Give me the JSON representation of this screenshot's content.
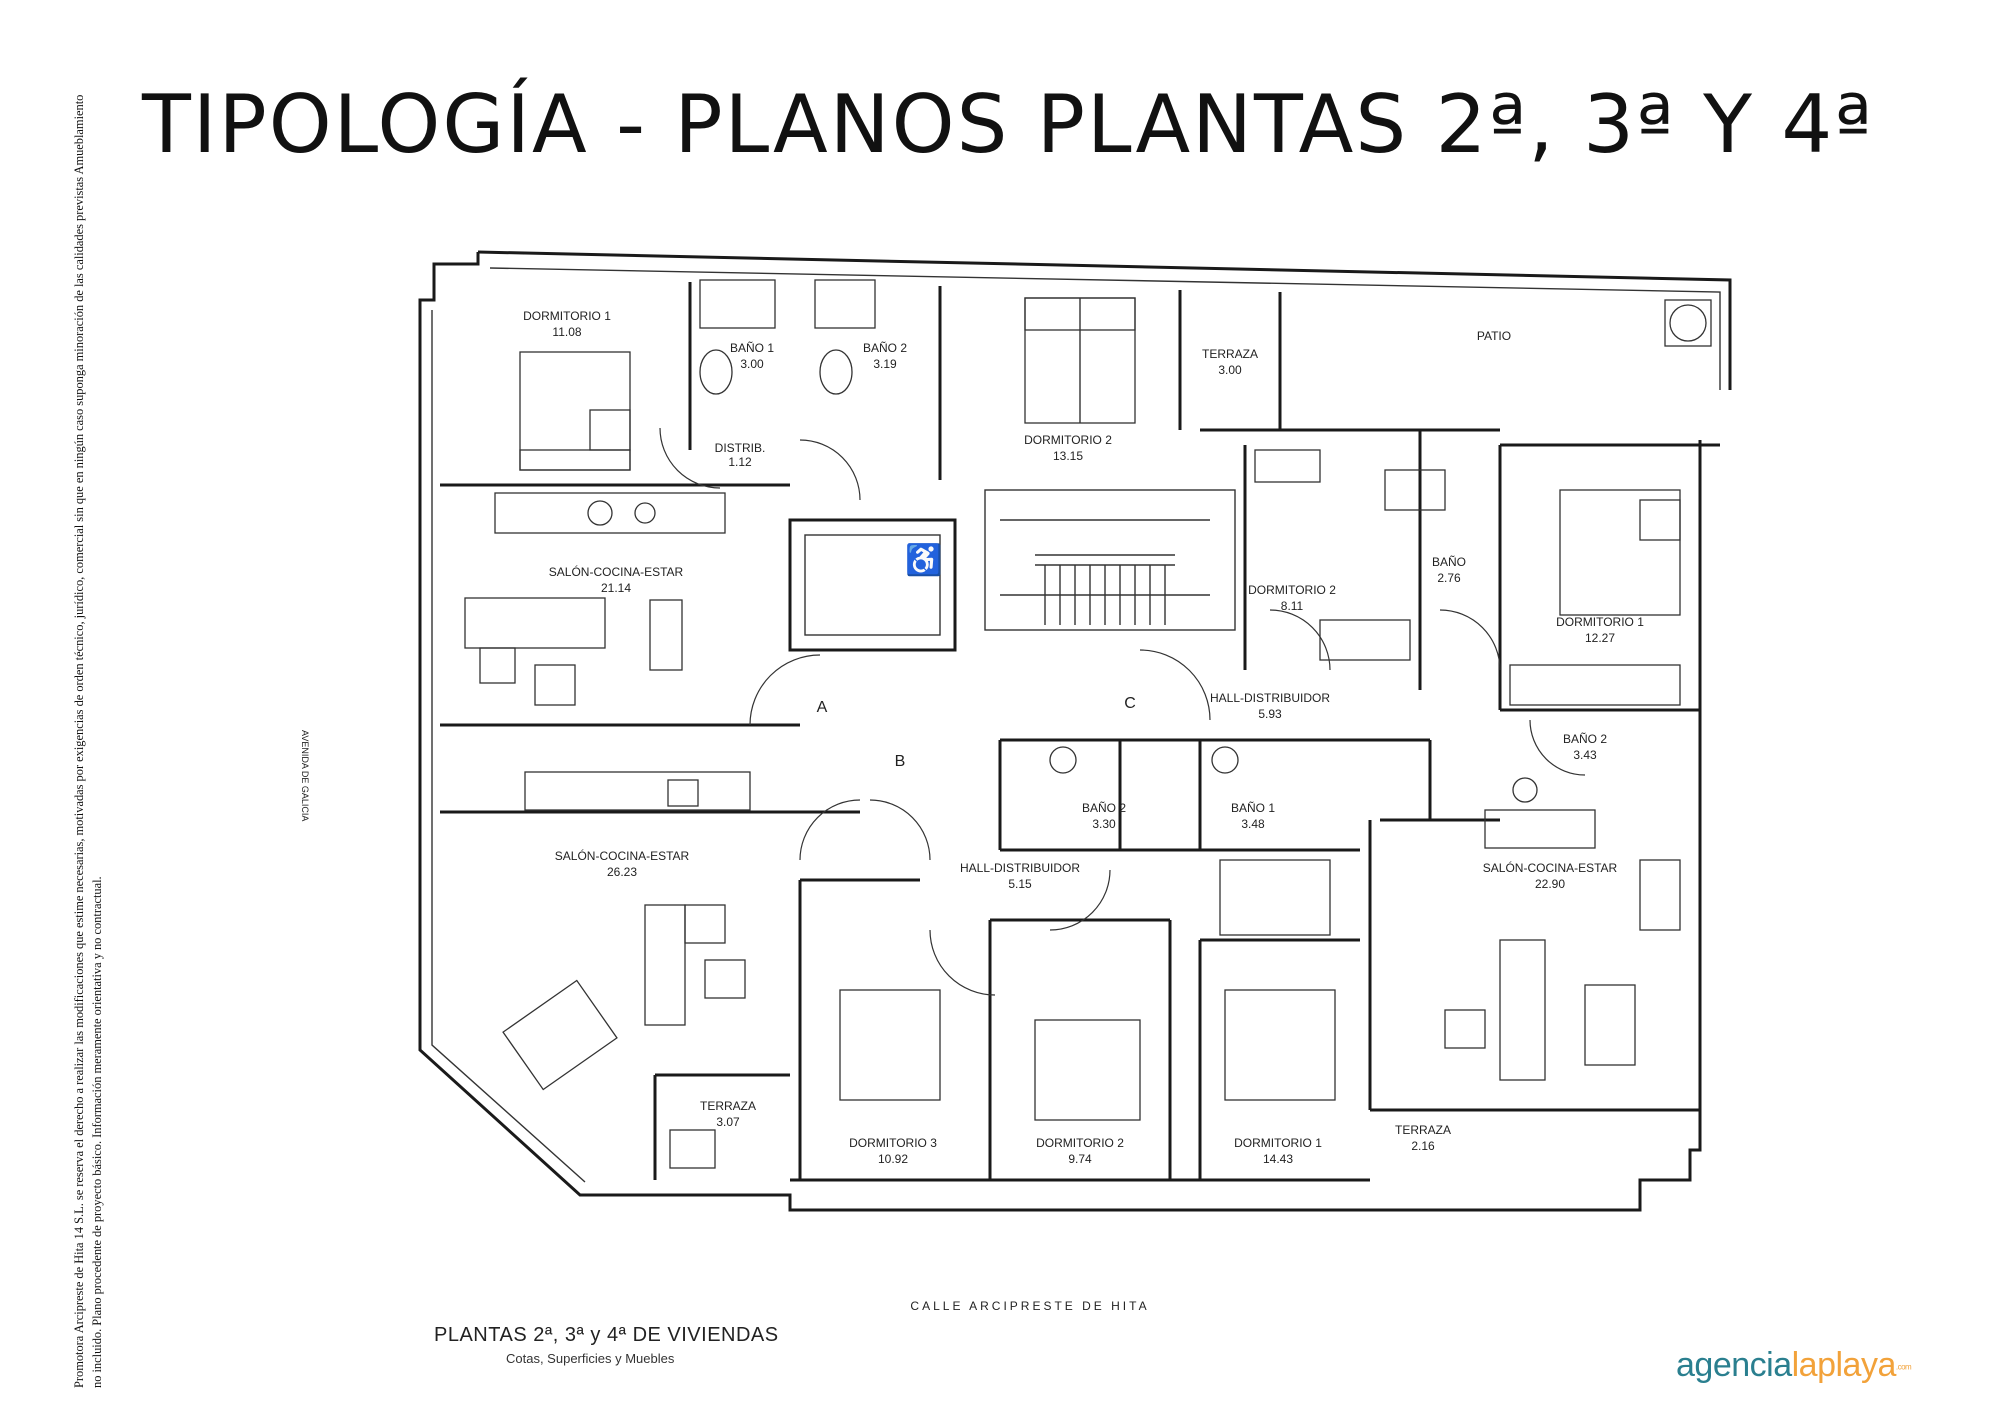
{
  "title": "TIPOLOGÍA - PLANOS PLANTAS 2ª, 3ª Y 4ª",
  "disclaimer": "Promotora Arcipreste de Hita 14 S.L. se reserva el derecho a realizar las modificaciones que estime necesarias, motivadas por exigencias de orden técnico, jurídico, comercial sin que en ningún caso suponga minoración de las calidades previstas Amueblamiento no incluido. Plano procedente de proyecto básico. Información meramente orientativa y no contractual.",
  "plan": {
    "streets": {
      "side": "AVENIDA DE GALICIA",
      "bottom": "CALLE ARCIPRESTE DE HITA"
    },
    "patio": "PATIO",
    "entrances": {
      "a": "A",
      "b": "B",
      "c": "C"
    },
    "rooms": {
      "a_dorm1": {
        "name": "DORMITORIO 1",
        "area": "11.08"
      },
      "a_bano1": {
        "name": "BAÑO 1",
        "area": "3.00"
      },
      "a_bano2": {
        "name": "BAÑO 2",
        "area": "3.19"
      },
      "a_dorm2": {
        "name": "DORMITORIO 2",
        "area": "13.15"
      },
      "a_terraza": {
        "name": "TERRAZA",
        "area": "3.00"
      },
      "a_distrib": {
        "name": "DISTRIB.",
        "area": "1.12"
      },
      "a_salon": {
        "name": "SALÓN-COCINA-ESTAR",
        "area": "21.14"
      },
      "c_dorm2": {
        "name": "DORMITORIO 2",
        "area": "8.11"
      },
      "c_bano": {
        "name": "BAÑO",
        "area": "2.76"
      },
      "c_dorm1": {
        "name": "DORMITORIO 1",
        "area": "12.27"
      },
      "c_hall": {
        "name": "HALL-DISTRIBUIDOR",
        "area": "5.93"
      },
      "c_bano2": {
        "name": "BAÑO 2",
        "area": "3.43"
      },
      "c_salon": {
        "name": "SALÓN-COCINA-ESTAR",
        "area": "22.90"
      },
      "c_terraza": {
        "name": "TERRAZA",
        "area": "2.16"
      },
      "b_salon": {
        "name": "SALÓN-COCINA-ESTAR",
        "area": "26.23"
      },
      "b_bano2": {
        "name": "BAÑO 2",
        "area": "3.30"
      },
      "b_bano1": {
        "name": "BAÑO 1",
        "area": "3.48"
      },
      "b_hall": {
        "name": "HALL-DISTRIBUIDOR",
        "area": "5.15"
      },
      "b_terraza": {
        "name": "TERRAZA",
        "area": "3.07"
      },
      "b_dorm3": {
        "name": "DORMITORIO 3",
        "area": "10.92"
      },
      "b_dorm2": {
        "name": "DORMITORIO 2",
        "area": "9.74"
      },
      "b_dorm1": {
        "name": "DORMITORIO 1",
        "area": "14.43"
      }
    }
  },
  "caption": {
    "main": "PLANTAS 2ª, 3ª y 4ª DE VIVIENDAS",
    "sub": "Cotas, Superficies y Muebles"
  },
  "logo": {
    "part1": "agencia",
    "part2": "laplaya",
    "suffix": ".com"
  }
}
